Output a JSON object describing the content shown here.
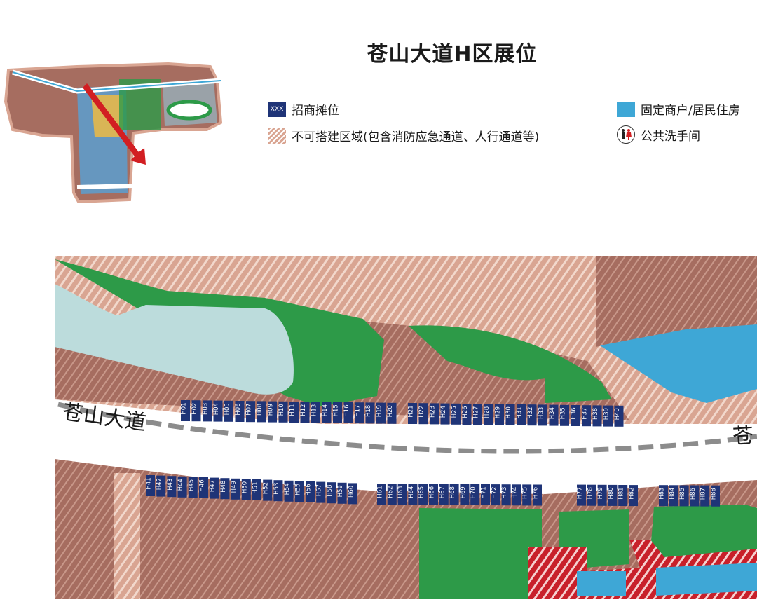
{
  "title": "苍山大道H区展位",
  "legend": {
    "stall_swatch_text": "XXX",
    "stall_label": "招商摊位",
    "fixed_label": "固定商户/居民住房",
    "hatch_label": "不可搭建区域(包含消防应急通道、人行通道等)",
    "toilet_label": "公共洗手间"
  },
  "road": {
    "label_left": "苍山大道",
    "label_right": "苍"
  },
  "colors": {
    "stall": "#1f3477",
    "fixed": "#3ea7d6",
    "green": "#2d9a48",
    "water": "#bcdcdc",
    "hatch": "#d9a592",
    "brown": "#a66d60",
    "red": "#c8202a"
  },
  "stalls_top": [
    "H01",
    "H02",
    "H03",
    "H04",
    "H05",
    "H06",
    "H07",
    "H08",
    "H09",
    "H10",
    "H11",
    "H12",
    "H13",
    "H14",
    "H15",
    "H16",
    "H17",
    "H18",
    "H19",
    "H20",
    "H21",
    "H22",
    "H23",
    "H24",
    "H25",
    "H26",
    "H27",
    "H28",
    "H29",
    "H30",
    "H31",
    "H32",
    "H33",
    "H34",
    "H35",
    "H36",
    "H37",
    "H38",
    "H39",
    "H40"
  ],
  "stalls_bottom": [
    "H41",
    "H42",
    "H43",
    "H44",
    "H45",
    "H46",
    "H47",
    "H48",
    "H49",
    "H50",
    "H51",
    "H52",
    "H53",
    "H54",
    "H55",
    "H56",
    "H57",
    "H58",
    "H59",
    "H60",
    "H61",
    "H62",
    "H63",
    "H64",
    "H65",
    "H66",
    "H67",
    "H68",
    "H69",
    "H70",
    "H71",
    "H72",
    "H73",
    "H74",
    "H75",
    "H76",
    "H77",
    "H78",
    "H79",
    "H80",
    "H81",
    "H82",
    "H83",
    "H84",
    "H85",
    "H86",
    "H87",
    "H88"
  ]
}
